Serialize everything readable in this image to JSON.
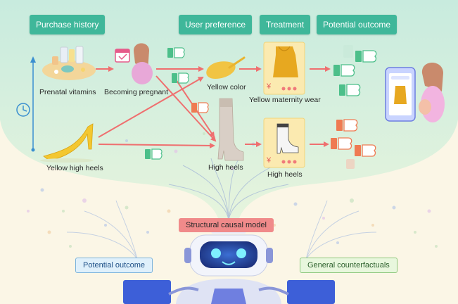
{
  "headers": {
    "purchase_history": "Purchase history",
    "user_preference": "User preference",
    "treatment": "Treatment",
    "potential_outcome": "Potential outcome"
  },
  "items": {
    "prenatal_vitamins": "Prenatal vitamins",
    "becoming_pregnant": "Becoming pregnant",
    "yellow_color": "Yellow color",
    "yellow_maternity_wear": "Yellow maternity wear",
    "yellow_high_heels": "Yellow high heels",
    "high_heels_pref": "High heels",
    "high_heels_treatment": "High heels"
  },
  "price_symbol": "¥",
  "bottom": {
    "structural_causal_model": "Structural causal model",
    "potential_outcome": "Potential outcome",
    "general_counterfactuals": "General counterfactuals"
  },
  "colors": {
    "header_green": "#3fb79a",
    "arrow_red": "#ef6f6f",
    "timeline_blue": "#3a8fd0",
    "thumb_up_green": "#4cbf8a",
    "thumb_down_orange": "#ef7a52",
    "scm_pink": "#f08a8a"
  }
}
